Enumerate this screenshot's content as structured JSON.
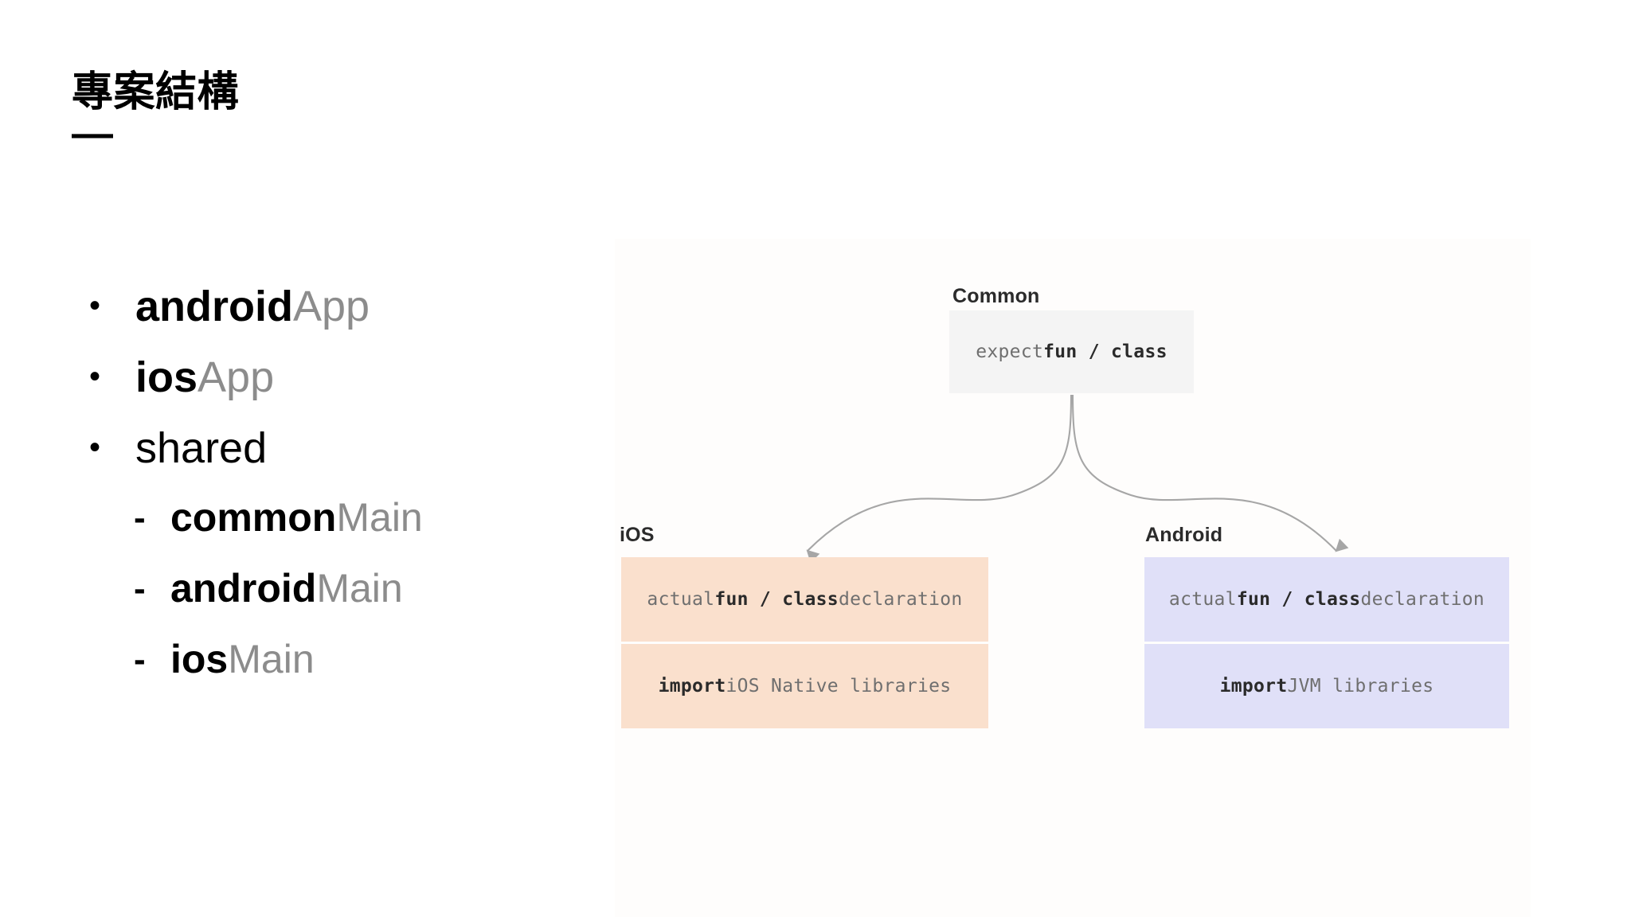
{
  "slide": {
    "title": "專案結構",
    "title_rule": "—",
    "background_color": "#ffffff"
  },
  "bullet_list": [
    {
      "level": 1,
      "marker": "•",
      "segments": [
        {
          "text": "android",
          "style": "strong"
        },
        {
          "text": "App",
          "style": "muted"
        }
      ]
    },
    {
      "level": 1,
      "marker": "•",
      "segments": [
        {
          "text": "ios",
          "style": "strong"
        },
        {
          "text": "App",
          "style": "muted"
        }
      ]
    },
    {
      "level": 1,
      "marker": "•",
      "segments": [
        {
          "text": "shared",
          "style": "plain"
        }
      ]
    },
    {
      "level": 2,
      "marker": "-",
      "segments": [
        {
          "text": "common",
          "style": "strong"
        },
        {
          "text": "Main",
          "style": "muted"
        }
      ]
    },
    {
      "level": 2,
      "marker": "-",
      "segments": [
        {
          "text": "android",
          "style": "strong"
        },
        {
          "text": "Main",
          "style": "muted"
        }
      ]
    },
    {
      "level": 2,
      "marker": "-",
      "segments": [
        {
          "text": "ios",
          "style": "strong"
        },
        {
          "text": "Main",
          "style": "muted"
        }
      ]
    }
  ],
  "diagram": {
    "type": "tree",
    "arrow_color": "#a0a0a0",
    "nodes": {
      "common": {
        "label": "Common",
        "box_color": "#f4f4f4",
        "rows": [
          {
            "tokens": [
              {
                "text": "expect",
                "style": "dim"
              },
              {
                "text": " ",
                "style": "dim"
              },
              {
                "text": "fun / class",
                "style": "bold"
              }
            ]
          }
        ]
      },
      "ios": {
        "label": "iOS",
        "box_color": "#fae0cd",
        "rows": [
          {
            "tokens": [
              {
                "text": "actual ",
                "style": "dim"
              },
              {
                "text": "fun / class",
                "style": "bold"
              },
              {
                "text": " declaration",
                "style": "dim"
              }
            ]
          },
          {
            "tokens": [
              {
                "text": "import",
                "style": "bold"
              },
              {
                "text": " iOS Native libraries",
                "style": "dim"
              }
            ]
          }
        ]
      },
      "android": {
        "label": "Android",
        "box_color": "#e0e0f8",
        "rows": [
          {
            "tokens": [
              {
                "text": "actual ",
                "style": "dim"
              },
              {
                "text": "fun / class",
                "style": "bold"
              },
              {
                "text": " declaration",
                "style": "dim"
              }
            ]
          },
          {
            "tokens": [
              {
                "text": "import",
                "style": "bold"
              },
              {
                "text": " JVM libraries",
                "style": "dim"
              }
            ]
          }
        ]
      }
    },
    "edges": [
      {
        "from": "common",
        "to": "ios"
      },
      {
        "from": "common",
        "to": "android"
      }
    ]
  }
}
